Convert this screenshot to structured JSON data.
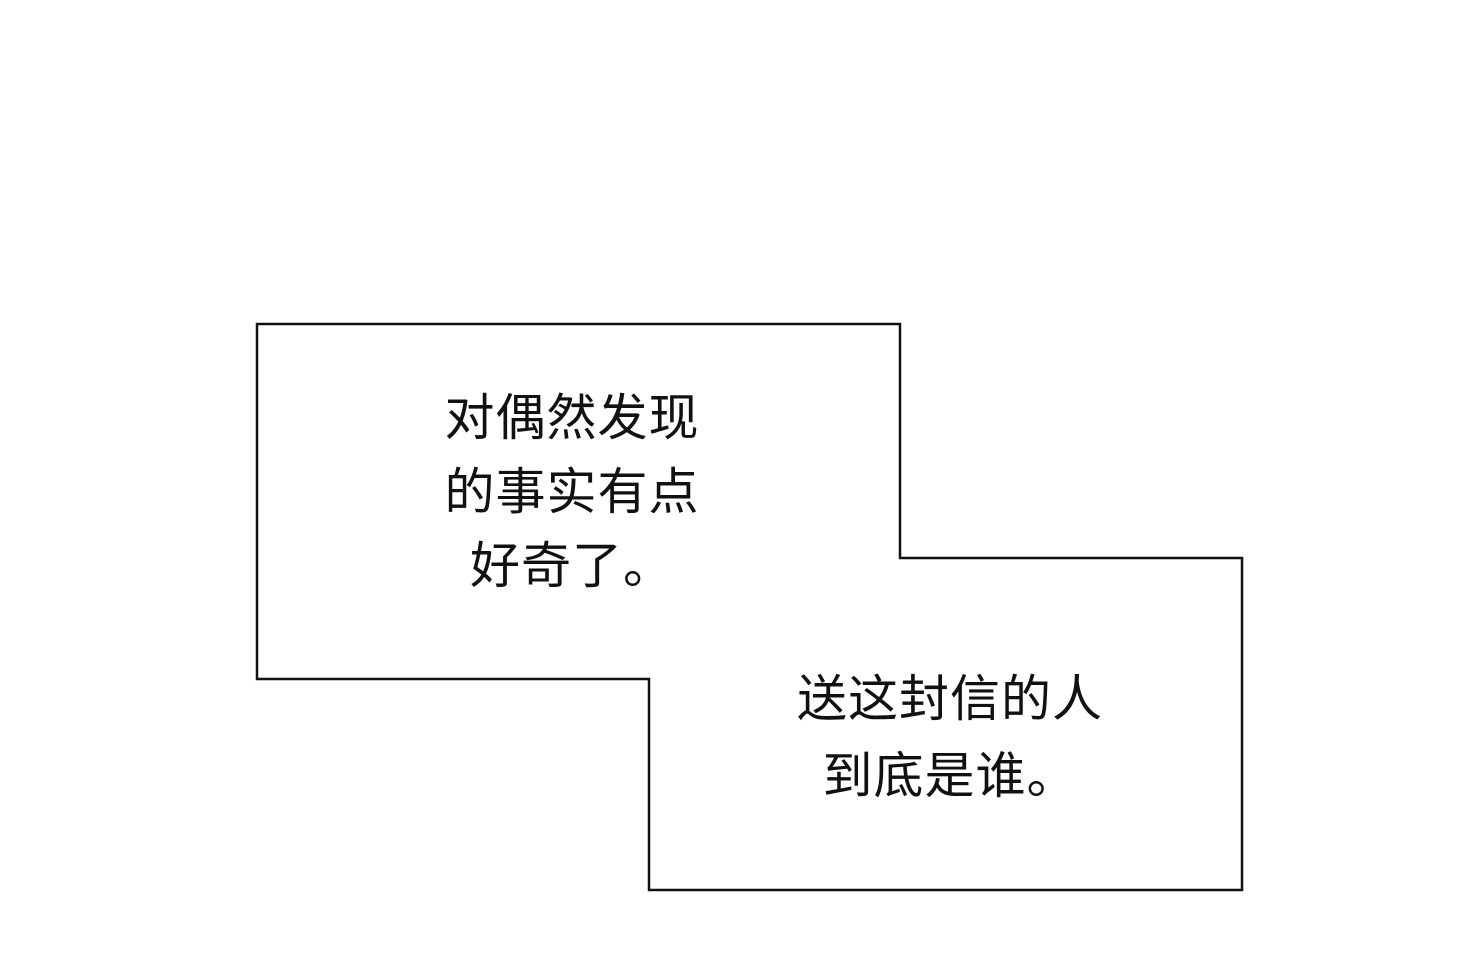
{
  "caption_box_1": {
    "lines": [
      "对偶然发现",
      "的事实有点",
      "好奇了。"
    ]
  },
  "caption_box_2": {
    "lines": [
      "送这封信的人",
      "到底是谁。"
    ]
  },
  "colors": {
    "stroke": "#111111",
    "background": "#ffffff",
    "text": "#111111"
  }
}
